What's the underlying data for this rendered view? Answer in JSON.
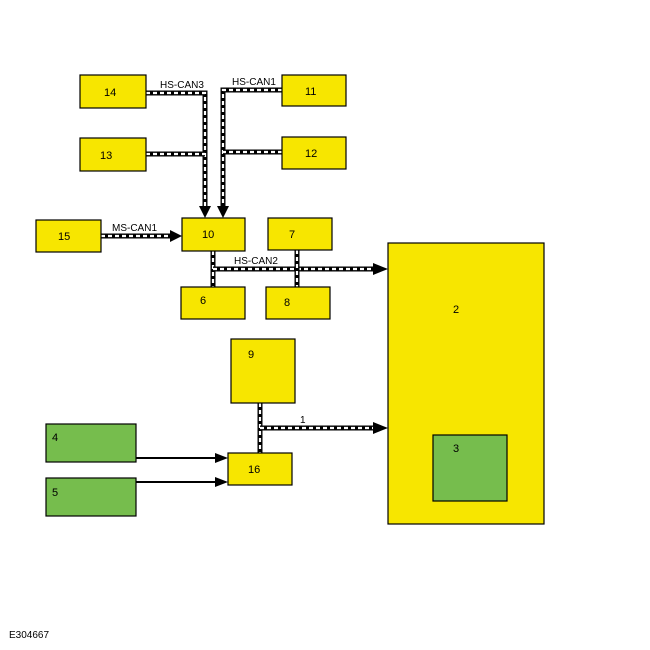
{
  "components": {
    "c2": "2",
    "c3": "3",
    "c4": "4",
    "c5": "5",
    "c6": "6",
    "c7": "7",
    "c8": "8",
    "c9": "9",
    "c10": "10",
    "c11": "11",
    "c12": "12",
    "c13": "13",
    "c14": "14",
    "c15": "15",
    "c16": "16"
  },
  "buses": {
    "hs_can3": "HS-CAN3",
    "hs_can1": "HS-CAN1",
    "ms_can1": "MS-CAN1",
    "hs_can2": "HS-CAN2",
    "link1": "1"
  },
  "colors": {
    "module_yellow": "#f7e600",
    "module_green": "#76bd4d"
  },
  "figure_ref": "E304667"
}
